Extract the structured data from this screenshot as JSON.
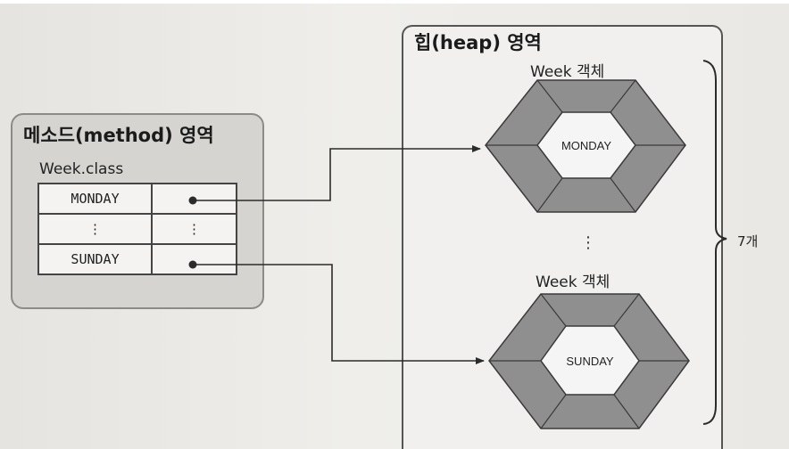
{
  "method_area": {
    "title": "메소드(method) 영역",
    "class_name": "Week.class",
    "rows": [
      {
        "name": "MONDAY",
        "ref": "dot"
      },
      {
        "name": "⋮",
        "ref": "⋮"
      },
      {
        "name": "SUNDAY",
        "ref": "dot"
      }
    ]
  },
  "heap_area": {
    "title": "힙(heap) 영역",
    "objects": [
      {
        "label": "Week 객체",
        "value": "MONDAY"
      },
      {
        "label": "Week 객체",
        "value": "SUNDAY"
      }
    ],
    "ellipsis": "⋮",
    "count_label": "7개"
  },
  "colors": {
    "hex_outer": "#8f8f8f",
    "hex_inner": "#f5f5f5",
    "line": "#2b2b2b",
    "method_bg": "#d5d4d1",
    "heap_bg": "#f1f0ee"
  }
}
